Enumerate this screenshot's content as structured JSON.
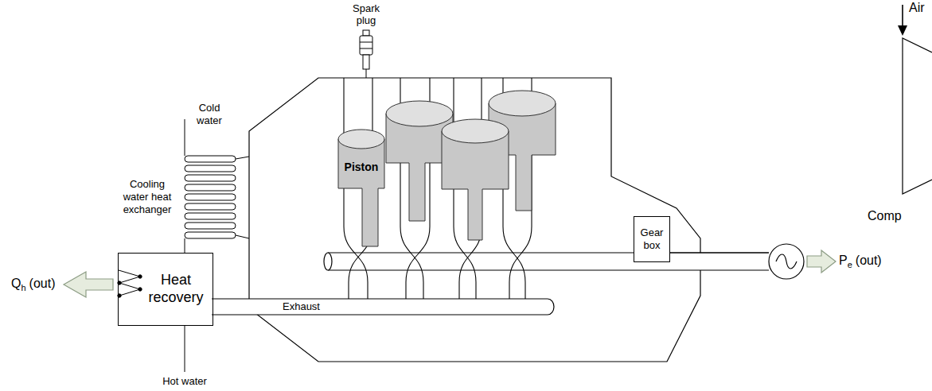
{
  "diagram": {
    "nodes": [
      {
        "text": [
          "Piston"
        ]
      },
      {
        "text": [
          "Heat recovery"
        ]
      },
      {
        "text": [
          "Gear box"
        ]
      }
    ],
    "labels": [
      "Spark plug",
      "Cold water",
      "Cooling water heat exchanger",
      "Q",
      "h",
      "(out)",
      "Exhaust",
      "Hot water",
      "P",
      "e",
      "(out)",
      "Air",
      "Comp"
    ]
  }
}
